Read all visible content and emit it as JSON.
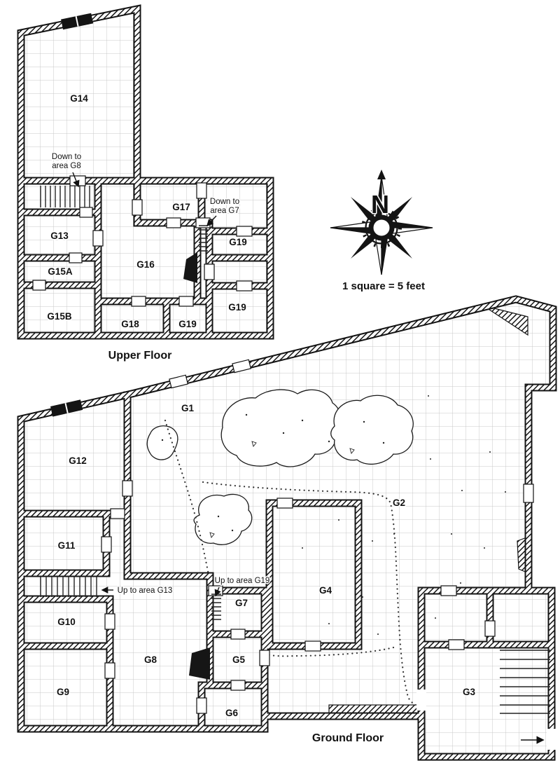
{
  "map": {
    "compass": {
      "label": "N"
    },
    "scale_note": "1 square = 5 feet",
    "upper_floor": {
      "title": "Upper Floor",
      "rooms": [
        {
          "id": "G14"
        },
        {
          "id": "G13"
        },
        {
          "id": "G15A"
        },
        {
          "id": "G15B"
        },
        {
          "id": "G17"
        },
        {
          "id": "G16"
        },
        {
          "id": "G19"
        },
        {
          "id": "G19"
        },
        {
          "id": "G18"
        },
        {
          "id": "G19"
        }
      ],
      "annotations": [
        {
          "line1": "Down to",
          "line2": "area G8"
        },
        {
          "line1": "Down to",
          "line2": "area G7"
        }
      ]
    },
    "ground_floor": {
      "title": "Ground Floor",
      "rooms": [
        {
          "id": "G1"
        },
        {
          "id": "G2"
        },
        {
          "id": "G3"
        },
        {
          "id": "G4"
        },
        {
          "id": "G5"
        },
        {
          "id": "G6"
        },
        {
          "id": "G7"
        },
        {
          "id": "G8"
        },
        {
          "id": "G9"
        },
        {
          "id": "G10"
        },
        {
          "id": "G11"
        },
        {
          "id": "G12"
        }
      ],
      "annotations": [
        {
          "text": "Up to area G13"
        },
        {
          "text": "Up to area G19"
        }
      ]
    }
  }
}
